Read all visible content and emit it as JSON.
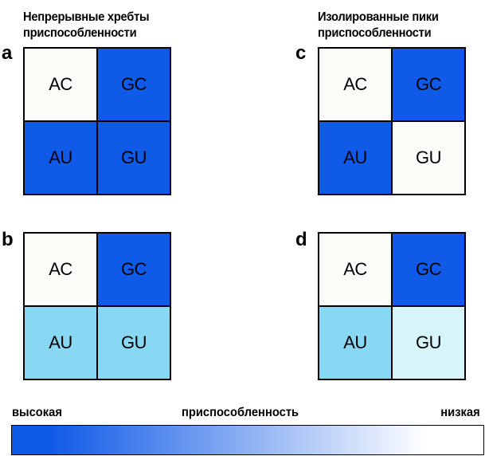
{
  "titles": {
    "left": [
      "Непрерывные хребты",
      "приспособленности"
    ],
    "right": [
      "Изолированные пики",
      "приспособленности"
    ]
  },
  "panels": [
    {
      "letter": "a",
      "cells": [
        {
          "label": "AC",
          "color": "#fbfbf8"
        },
        {
          "label": "GC",
          "color": "#0f5ae6"
        },
        {
          "label": "AU",
          "color": "#0f5ae6"
        },
        {
          "label": "GU",
          "color": "#0f5ae6"
        }
      ]
    },
    {
      "letter": "c",
      "cells": [
        {
          "label": "AC",
          "color": "#fbfbf8"
        },
        {
          "label": "GC",
          "color": "#0f5ae6"
        },
        {
          "label": "AU",
          "color": "#0f5ae6"
        },
        {
          "label": "GU",
          "color": "#fbfbf8"
        }
      ]
    },
    {
      "letter": "b",
      "cells": [
        {
          "label": "AC",
          "color": "#fbfbf8"
        },
        {
          "label": "GC",
          "color": "#0f5ae6"
        },
        {
          "label": "AU",
          "color": "#89d8f3"
        },
        {
          "label": "GU",
          "color": "#89d8f3"
        }
      ]
    },
    {
      "letter": "d",
      "cells": [
        {
          "label": "AC",
          "color": "#fbfbf8"
        },
        {
          "label": "GC",
          "color": "#0f5ae6"
        },
        {
          "label": "AU",
          "color": "#89d8f3"
        },
        {
          "label": "GU",
          "color": "#d5f5fb"
        }
      ]
    }
  ],
  "legend": {
    "high": "высокая",
    "middle": "приспособленность",
    "low": "низкая",
    "gradient_from": "#0f5ae6",
    "gradient_to": "#ffffff"
  }
}
